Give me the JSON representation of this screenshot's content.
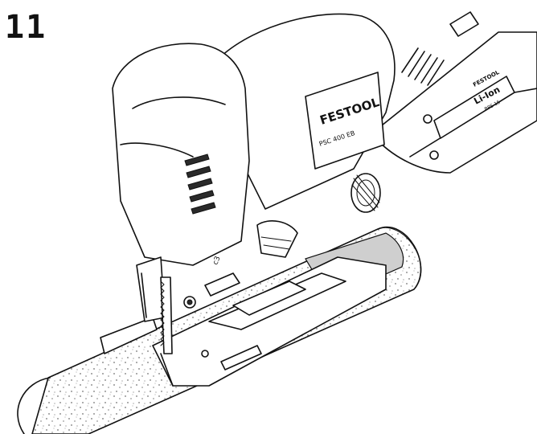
{
  "figure": {
    "number": "11"
  },
  "tool": {
    "brand": "FESTOOL",
    "model": "PSC 400 EB",
    "setting_mark": "c3"
  },
  "battery": {
    "brand": "FESTOOL",
    "type": "Li-Ion",
    "model": "BPS 15"
  }
}
